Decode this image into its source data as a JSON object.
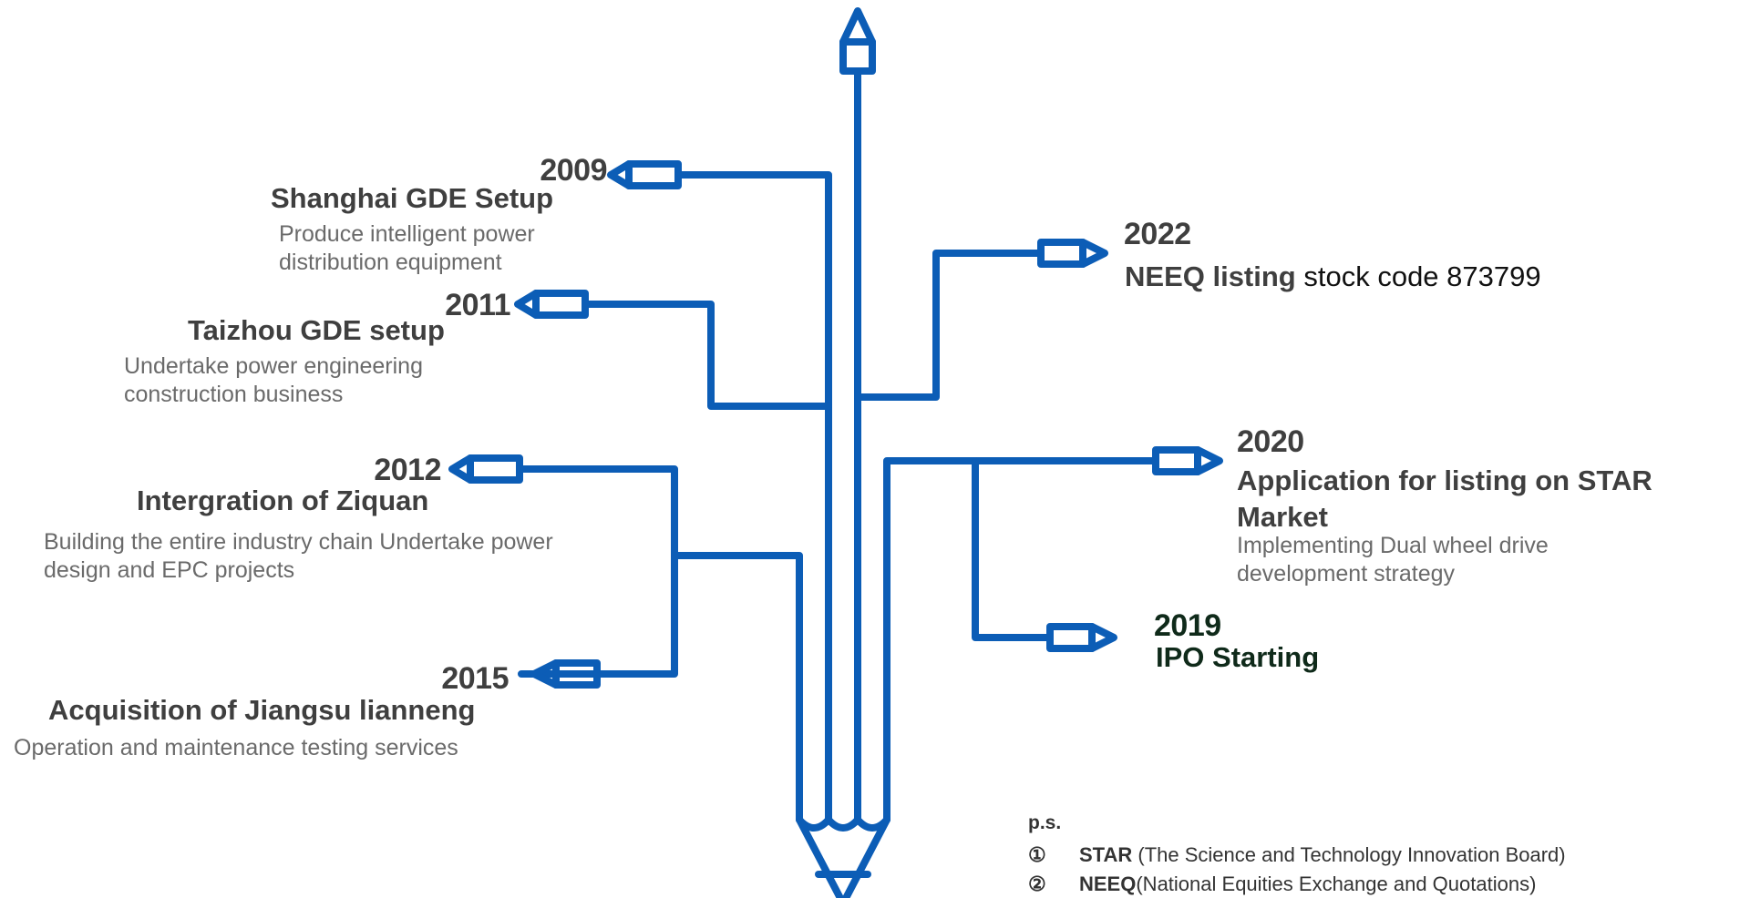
{
  "colors": {
    "line": "#0c5db6",
    "text": "#3f3f3f",
    "desc": "#6a6a6a"
  },
  "milestones": [
    {
      "year": "2009",
      "title": "Shanghai GDE Setup",
      "desc": "Produce intelligent power distribution equipment"
    },
    {
      "year": "2011",
      "title": "Taizhou GDE setup",
      "desc": "Undertake power engineering construction business"
    },
    {
      "year": "2012",
      "title": "Intergration of Ziquan",
      "desc": "Building the entire industry chain Undertake power design and EPC projects"
    },
    {
      "year": "2015",
      "title": "Acquisition of Jiangsu lianneng",
      "desc": "Operation and maintenance testing services"
    },
    {
      "year": "2022",
      "title": "NEEQ listing",
      "title_suffix": " stock code 873799"
    },
    {
      "year": "2020",
      "title": "Application for listing on STAR Market",
      "desc": "Implementing Dual wheel drive development strategy"
    },
    {
      "year": "2019",
      "title": "IPO Starting"
    }
  ],
  "notes": {
    "heading": "p.s.",
    "items": [
      {
        "num": "①",
        "term": "STAR",
        "text": " (The Science and Technology Innovation Board)"
      },
      {
        "num": "②",
        "term": "NEEQ",
        "text": "(National Equities Exchange and Quotations)"
      }
    ]
  }
}
